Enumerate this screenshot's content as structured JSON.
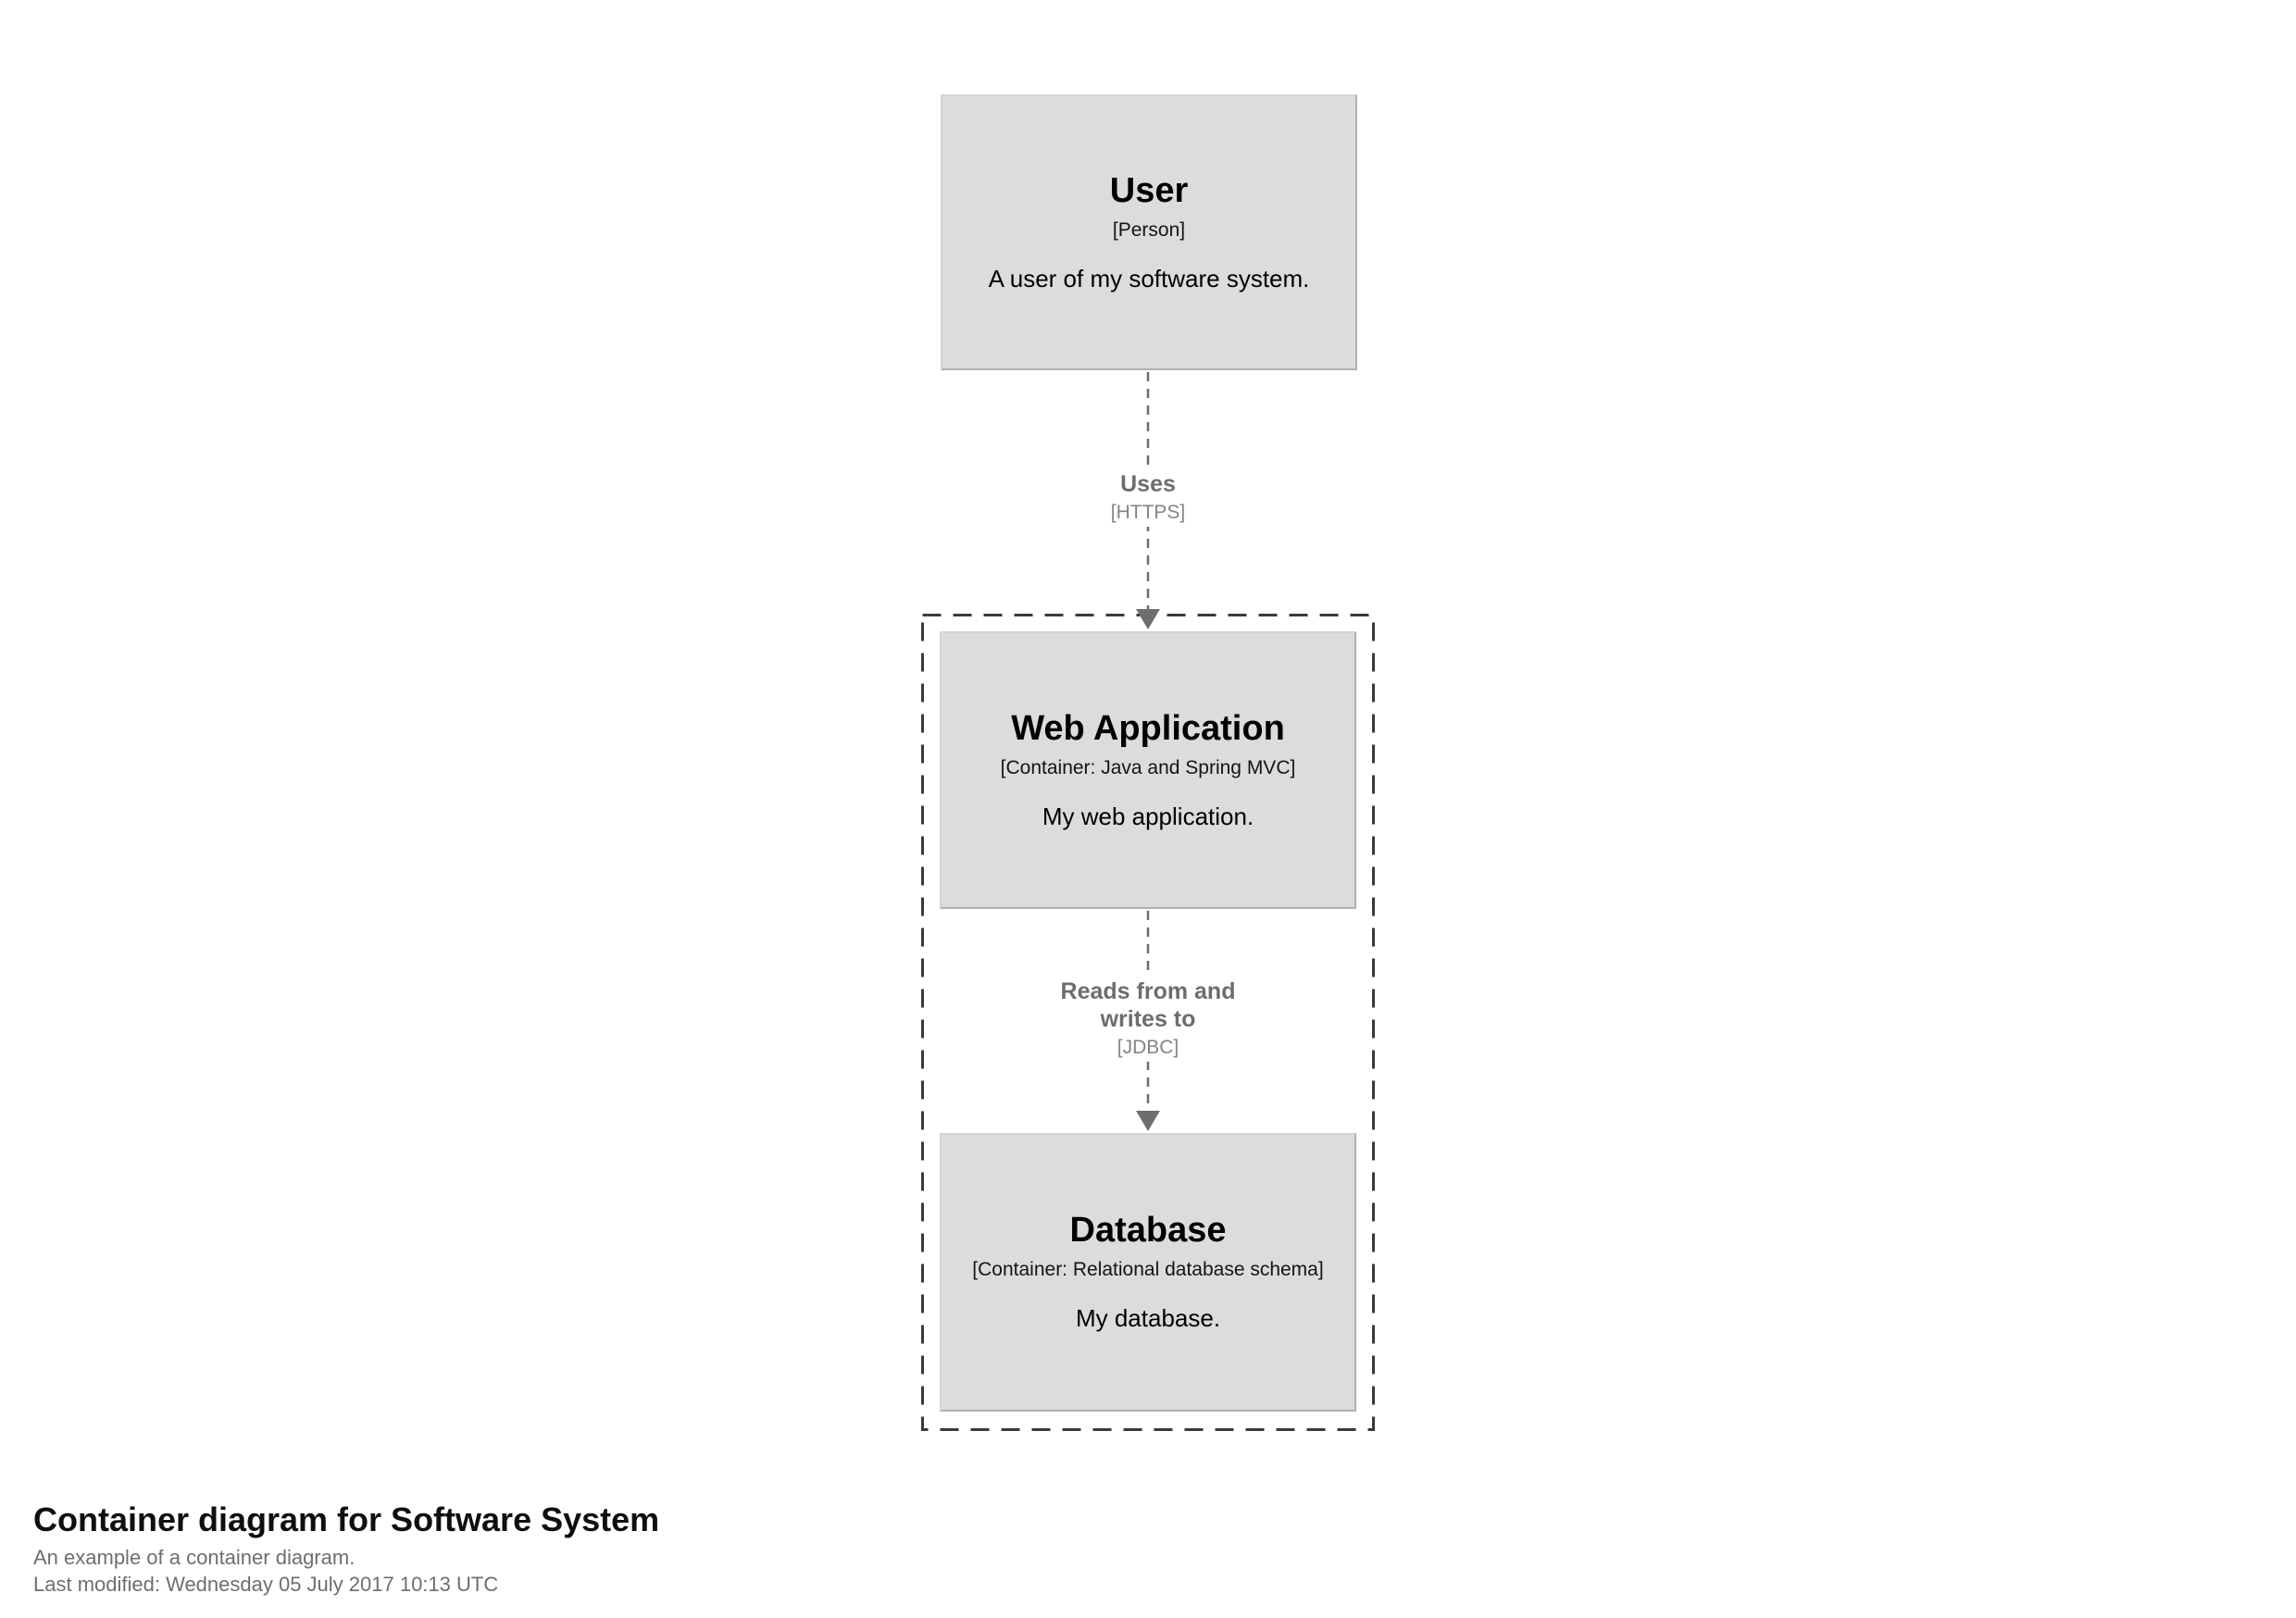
{
  "footer": {
    "title": "Container diagram for Software System",
    "description": "An example of a container diagram.",
    "last_modified": "Last modified: Wednesday 05 July 2017 10:13 UTC"
  },
  "elements": {
    "user": {
      "name": "User",
      "meta": "[Person]",
      "description": "A user of my software system."
    },
    "web_application": {
      "name": "Web Application",
      "meta": "[Container: Java and Spring MVC]",
      "description": "My web application."
    },
    "database": {
      "name": "Database",
      "meta": "[Container: Relational database schema]",
      "description": "My database."
    }
  },
  "relationships": {
    "user_to_web_application": {
      "label": "Uses",
      "technology": "[HTTPS]"
    },
    "web_application_to_database": {
      "label": "Reads from and writes to",
      "technology": "[JDBC]"
    }
  },
  "colors": {
    "background": "#ffffff",
    "element_fill": "#dcdcdc",
    "element_border": "#b9b9b9",
    "element_text": "#000000",
    "relationship_line": "#6e6e6e",
    "relationship_label": "#6d6d6d",
    "relationship_technology": "#848484",
    "boundary_stroke": "#3a3a3a",
    "footer_title": "#0f0f0f",
    "footer_text": "#6e6e6e"
  }
}
